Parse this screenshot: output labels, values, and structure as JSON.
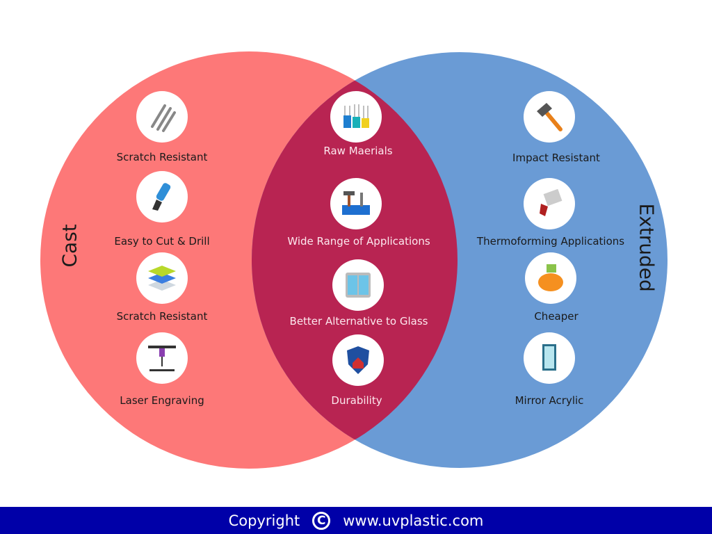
{
  "sets": {
    "left": {
      "title": "Cast",
      "color": "#fd7878"
    },
    "right": {
      "title": "Extruded",
      "color": "#6a9bd5"
    },
    "intersection_color": "#b82452"
  },
  "left_items": [
    {
      "label": "Scratch Resistant",
      "icon": "scratch-icon"
    },
    {
      "label": "Easy to Cut & Drill",
      "icon": "cutter-knife-icon"
    },
    {
      "label": "Scratch Resistant",
      "icon": "layers-icon"
    },
    {
      "label": "Laser Engraving",
      "icon": "laser-engraver-icon"
    }
  ],
  "middle_items": [
    {
      "label": "Raw Maerials",
      "icon": "lab-flasks-icon"
    },
    {
      "label": "Wide Range of Applications",
      "icon": "toolbox-icon"
    },
    {
      "label": "Better Alternative to Glass",
      "icon": "glass-window-icon"
    },
    {
      "label": "Durability",
      "icon": "shield-house-icon"
    }
  ],
  "right_items": [
    {
      "label": "Impact Resistant",
      "icon": "hammer-icon"
    },
    {
      "label": "Thermoforming Applications",
      "icon": "heat-gun-icon"
    },
    {
      "label": "Cheaper",
      "icon": "piggy-bank-icon"
    },
    {
      "label": "Mirror Acrylic",
      "icon": "mirror-icon"
    }
  ],
  "footer": {
    "copyright": "Copyright",
    "symbol": "C",
    "website": "www.uvplastic.com"
  }
}
